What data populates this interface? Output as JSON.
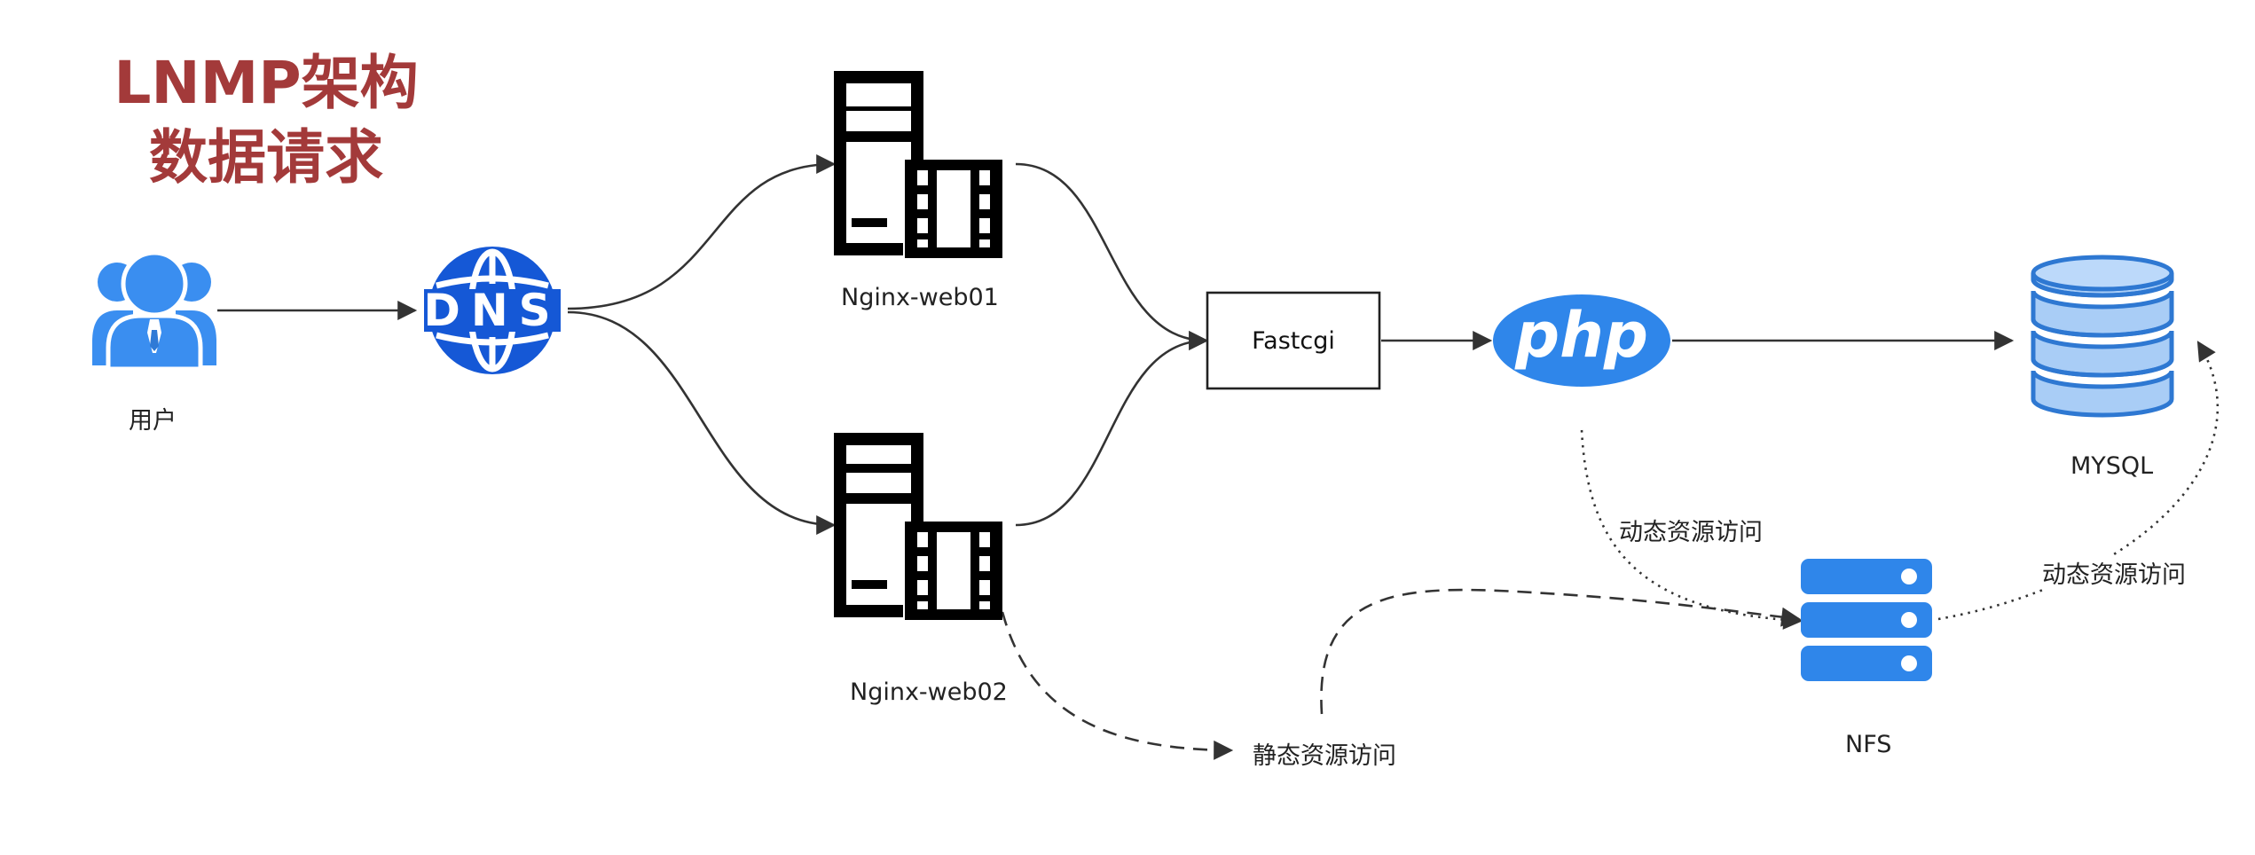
{
  "title": {
    "line1": "LNMP架构",
    "line2": "数据请求"
  },
  "nodes": {
    "user": {
      "label": "用户",
      "icon": "users-icon"
    },
    "dns": {
      "label": "DNS",
      "icon": "dns-globe-icon"
    },
    "web01": {
      "label": "Nginx-web01",
      "icon": "server-icon"
    },
    "web02": {
      "label": "Nginx-web02",
      "icon": "server-icon"
    },
    "fastcgi": {
      "label": "Fastcgi"
    },
    "php": {
      "label": "php",
      "icon": "php-logo-icon"
    },
    "mysql": {
      "label": "MYSQL",
      "icon": "database-icon"
    },
    "nfs": {
      "label": "NFS",
      "icon": "nfs-storage-icon"
    }
  },
  "edges": {
    "static_access": "静态资源访问",
    "dynamic_access_php": "动态资源访问",
    "dynamic_access_mysql": "动态资源访问"
  },
  "colors": {
    "title": "#a33a3a",
    "blue_primary": "#2f86ea",
    "dns_blue": "#1558d6",
    "db_fill": "#a9cdf6",
    "db_stroke": "#2e78d2",
    "line": "#333333"
  }
}
